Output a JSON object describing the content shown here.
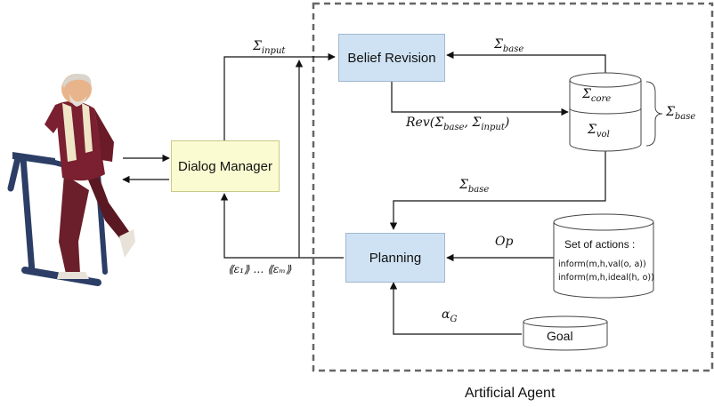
{
  "nodes": {
    "belief_revision": "Belief Revision",
    "dialog_manager": "Dialog Manager",
    "planning": "Planning",
    "goal": "Goal"
  },
  "labels": {
    "sigma": "Σ",
    "input": "input",
    "base": "base",
    "core": "core",
    "vol": "vol",
    "rev_expr": "Rev(Σ",
    "rev_mid": ", Σ",
    "rev_end": ")",
    "op": "Op",
    "alpha": "α",
    "alpha_sub": "G",
    "epsilons": "⟪ε₁⟫ … ⟪εₘ⟫"
  },
  "actions": {
    "title": "Set of actions :",
    "line1": "inform(m,h,val(o, a))",
    "line2": "inform(m,h,ideal(h, o))"
  },
  "agent_caption": "Artificial Agent",
  "colors": {
    "process_box": "#cfe2f3",
    "dialog_box": "#fbfbd2",
    "dashed_border": "#666666"
  }
}
